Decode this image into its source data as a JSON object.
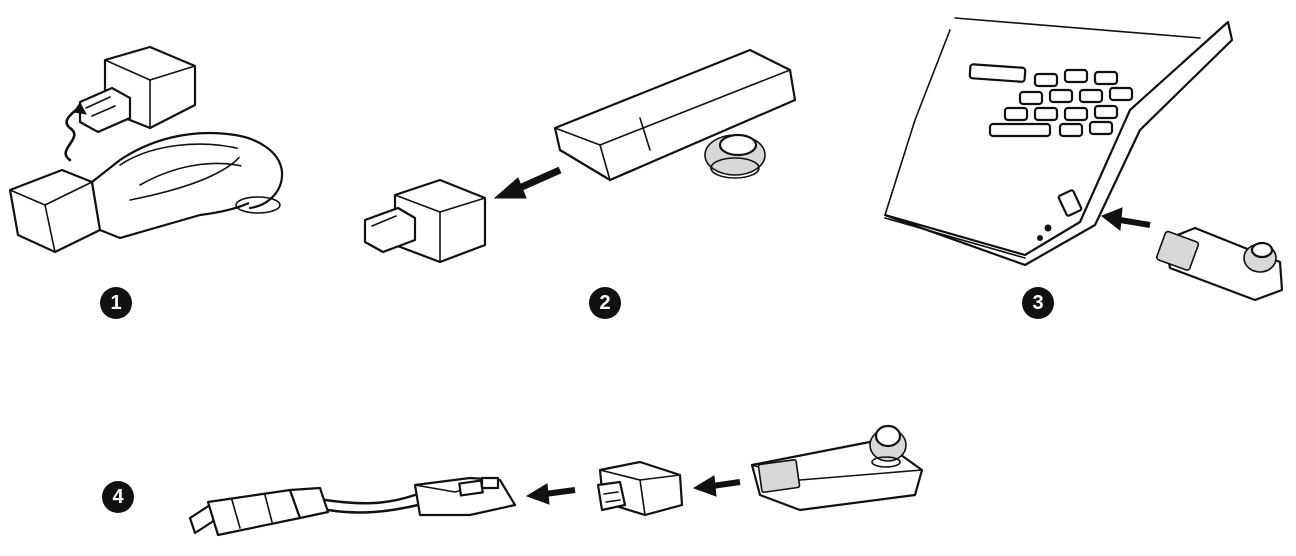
{
  "steps": [
    {
      "id": "step-1",
      "number": "1"
    },
    {
      "id": "step-2",
      "number": "2"
    },
    {
      "id": "step-3",
      "number": "3"
    },
    {
      "id": "step-4",
      "number": "4"
    }
  ],
  "colors": {
    "line": "#111111",
    "badge": "#111111",
    "background": "#ffffff"
  },
  "icons": [
    "usb-adapter-icon",
    "headset-icon",
    "laptop-icon",
    "usb-cable-icon",
    "arrow-left-icon"
  ]
}
